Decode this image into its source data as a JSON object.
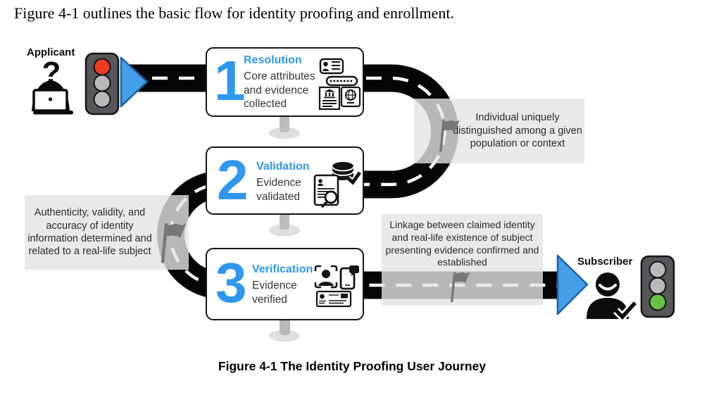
{
  "page": {
    "intro_text": "Figure 4-1 outlines the basic flow for identity proofing and enrollment.",
    "caption": "Figure 4-1 The Identity Proofing User Journey"
  },
  "actors": {
    "applicant": {
      "label": "Applicant",
      "traffic_light": "red"
    },
    "subscriber": {
      "label": "Subscriber",
      "traffic_light": "green"
    }
  },
  "steps": [
    {
      "number": "1",
      "title": "Resolution",
      "description": "Core attributes and evidence collected",
      "icons": [
        "id-badge-icon",
        "password-dots-icon",
        "bank-statement-icon",
        "passport-icon"
      ]
    },
    {
      "number": "2",
      "title": "Validation",
      "description": "Evidence validated",
      "icons": [
        "database-check-icon",
        "document-magnifier-icon"
      ]
    },
    {
      "number": "3",
      "title": "Verification",
      "description": "Evidence verified",
      "icons": [
        "face-scan-icon",
        "phone-message-icon",
        "id-card-icon"
      ]
    }
  ],
  "callouts": [
    {
      "text": "Individual uniquely distinguished among a given population or context"
    },
    {
      "text": "Authenticity, validity, and accuracy of identity information determined and related to a real-life subject"
    },
    {
      "text": "Linkage between claimed identity and real-life existence of subject presenting evidence confirmed and established"
    }
  ],
  "glyphs": {
    "question_mark": "?"
  },
  "colors": {
    "accent_blue": "#2f97ef",
    "arrow_blue": "#459fe8",
    "road": "#060606",
    "signal_red": "#ee3b24",
    "signal_green": "#67c046",
    "signal_off": "#b9b9b9",
    "callout_gray": "#e3e3e3",
    "flag_gray": "#777777"
  }
}
